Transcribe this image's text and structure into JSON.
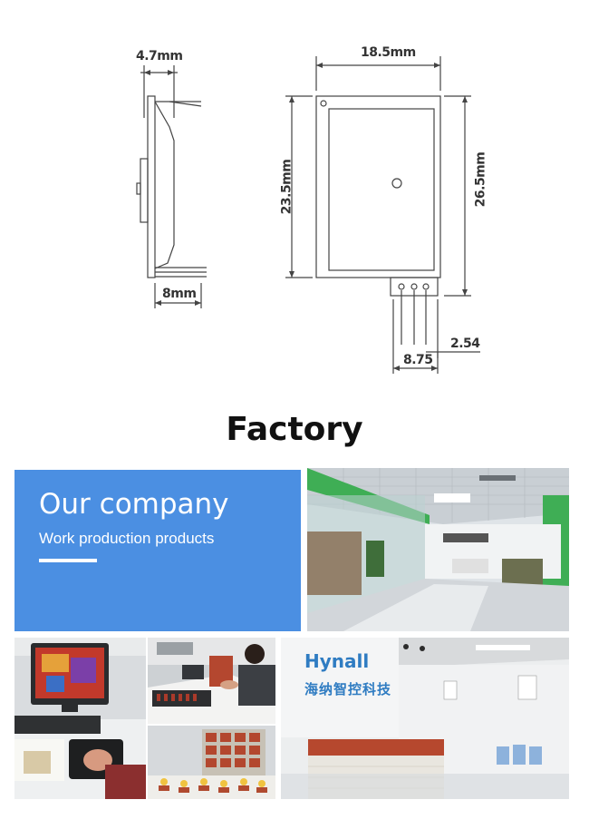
{
  "drawing": {
    "dims": {
      "depth": "4.7mm",
      "width": "18.5mm",
      "inner_height": "23.5mm",
      "outer_height": "26.5mm",
      "pin_length": "8mm",
      "pin_span": "8.75",
      "pin_pitch": "2.54"
    }
  },
  "section": {
    "title": "Factory"
  },
  "company": {
    "heading": "Our company",
    "subheading": "Work production products"
  },
  "reception": {
    "logo": "Hynall",
    "logo_sub": "海纳智控科技"
  },
  "colors": {
    "card_blue": "#4b8fe2",
    "wall_green": "#3fae55",
    "counter_red": "#b6482e"
  }
}
